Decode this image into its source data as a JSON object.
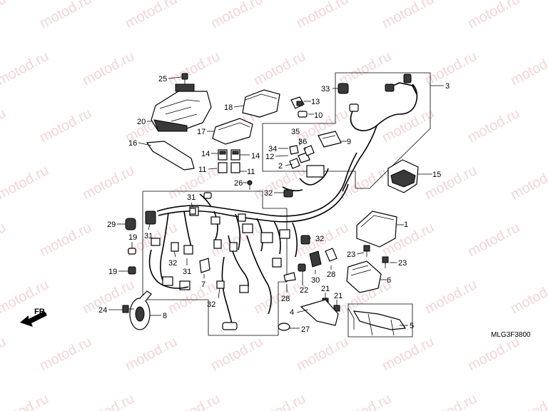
{
  "watermark": "motod.ru",
  "diagram_code": "MLG3F3800",
  "front_label": "FR.",
  "callouts": [
    {
      "id": "c1",
      "text": "1"
    },
    {
      "id": "c2",
      "text": "2"
    },
    {
      "id": "c3",
      "text": "3"
    },
    {
      "id": "c4",
      "text": "4"
    },
    {
      "id": "c5",
      "text": "5"
    },
    {
      "id": "c6",
      "text": "6"
    },
    {
      "id": "c7",
      "text": "7"
    },
    {
      "id": "c8",
      "text": "8"
    },
    {
      "id": "c9",
      "text": "9"
    },
    {
      "id": "c10",
      "text": "10"
    },
    {
      "id": "c11a",
      "text": "11"
    },
    {
      "id": "c11b",
      "text": "11"
    },
    {
      "id": "c12",
      "text": "12"
    },
    {
      "id": "c13",
      "text": "13"
    },
    {
      "id": "c14a",
      "text": "14"
    },
    {
      "id": "c14b",
      "text": "14"
    },
    {
      "id": "c15",
      "text": "15"
    },
    {
      "id": "c16",
      "text": "16"
    },
    {
      "id": "c17",
      "text": "17"
    },
    {
      "id": "c18",
      "text": "18"
    },
    {
      "id": "c19a",
      "text": "19"
    },
    {
      "id": "c19b",
      "text": "19"
    },
    {
      "id": "c20",
      "text": "20"
    },
    {
      "id": "c21a",
      "text": "21"
    },
    {
      "id": "c21b",
      "text": "21"
    },
    {
      "id": "c22",
      "text": "22"
    },
    {
      "id": "c23a",
      "text": "23"
    },
    {
      "id": "c23b",
      "text": "23"
    },
    {
      "id": "c24",
      "text": "24"
    },
    {
      "id": "c25",
      "text": "25"
    },
    {
      "id": "c26",
      "text": "26"
    },
    {
      "id": "c27",
      "text": "27"
    },
    {
      "id": "c28a",
      "text": "28"
    },
    {
      "id": "c28b",
      "text": "28"
    },
    {
      "id": "c29",
      "text": "29"
    },
    {
      "id": "c30",
      "text": "30"
    },
    {
      "id": "c31a",
      "text": "31"
    },
    {
      "id": "c31b",
      "text": "31"
    },
    {
      "id": "c31c",
      "text": "31"
    },
    {
      "id": "c32a",
      "text": "32"
    },
    {
      "id": "c32b",
      "text": "32"
    },
    {
      "id": "c32c",
      "text": "32"
    },
    {
      "id": "c32d",
      "text": "32"
    },
    {
      "id": "c33",
      "text": "33"
    },
    {
      "id": "c34",
      "text": "34"
    },
    {
      "id": "c35",
      "text": "35"
    },
    {
      "id": "c36",
      "text": "36"
    }
  ]
}
